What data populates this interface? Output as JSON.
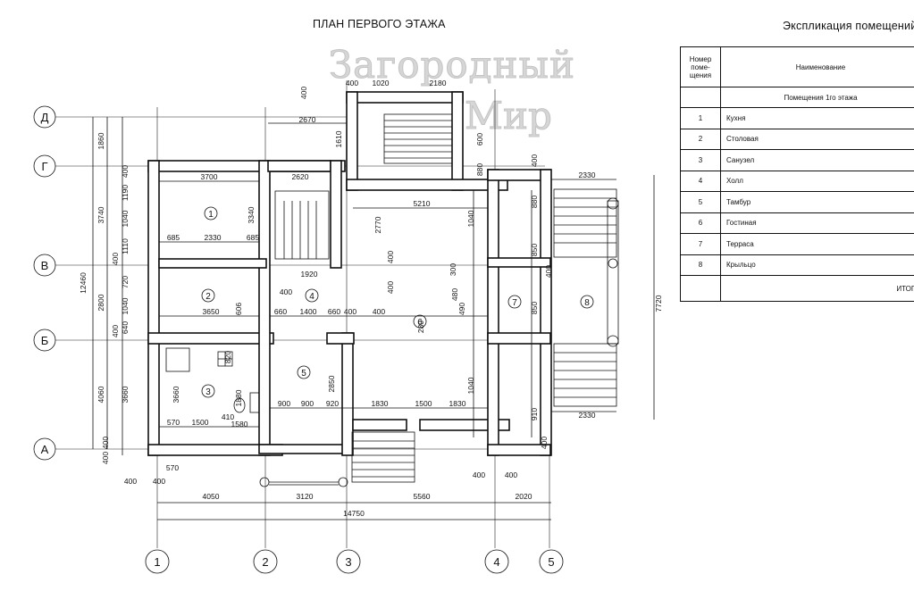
{
  "plan_title": "ПЛАН ПЕРВОГО ЭТАЖА",
  "watermark": [
    "Загородный",
    "Мир"
  ],
  "axes": {
    "rows": [
      "Д",
      "Г",
      "В",
      "Б",
      "А"
    ],
    "cols": [
      "1",
      "2",
      "3",
      "4",
      "5"
    ]
  },
  "rooms": [
    "1",
    "2",
    "3",
    "4",
    "5",
    "6",
    "7",
    "8"
  ],
  "dims_bottom": {
    "spans": [
      "4050",
      "3120",
      "5560",
      "2020"
    ],
    "total": "14750",
    "inner": [
      "400",
      "400",
      "570",
      "400",
      "400"
    ]
  },
  "dims_left": {
    "total": "12460",
    "mid": [
      "1860",
      "3740",
      "2800",
      "4060"
    ],
    "inner": [
      "400",
      "1190",
      "1040",
      "1110",
      "400",
      "720",
      "1040",
      "400",
      "640",
      "3660",
      "400",
      "400"
    ]
  },
  "dims_right": {
    "total": "7720",
    "inner": [
      "400",
      "880",
      "1040",
      "850",
      "400",
      "850",
      "1040",
      "910",
      "400"
    ],
    "stair": [
      "2330",
      "2330"
    ]
  },
  "dims_top": [
    "400",
    "400",
    "1020",
    "2180",
    "2670",
    "1610",
    "600",
    "880"
  ],
  "dims_room": [
    "3700",
    "2620",
    "3340",
    "685",
    "2330",
    "685",
    "5210",
    "2770",
    "1920",
    "3650",
    "660",
    "1400",
    "660",
    "400",
    "400",
    "400",
    "3660",
    "820",
    "1880",
    "2850",
    "900",
    "900",
    "920",
    "1830",
    "1500",
    "1830",
    "570",
    "1500",
    "410",
    "1580",
    "280",
    "480",
    "490",
    "300",
    "400",
    "400",
    "606"
  ],
  "explication": {
    "title": "Экспликация помещений",
    "col_number": "Номер поме-щения",
    "col_name": "Наименование",
    "section": "Помещения 1го этажа",
    "rows": [
      {
        "no": "1",
        "name": "Кухня"
      },
      {
        "no": "2",
        "name": "Столовая"
      },
      {
        "no": "3",
        "name": "Санузел"
      },
      {
        "no": "4",
        "name": "Холл"
      },
      {
        "no": "5",
        "name": "Тамбур"
      },
      {
        "no": "6",
        "name": "Гостиная"
      },
      {
        "no": "7",
        "name": "Терраса"
      },
      {
        "no": "8",
        "name": "Крыльцо"
      }
    ],
    "total": "ИТОГО"
  }
}
